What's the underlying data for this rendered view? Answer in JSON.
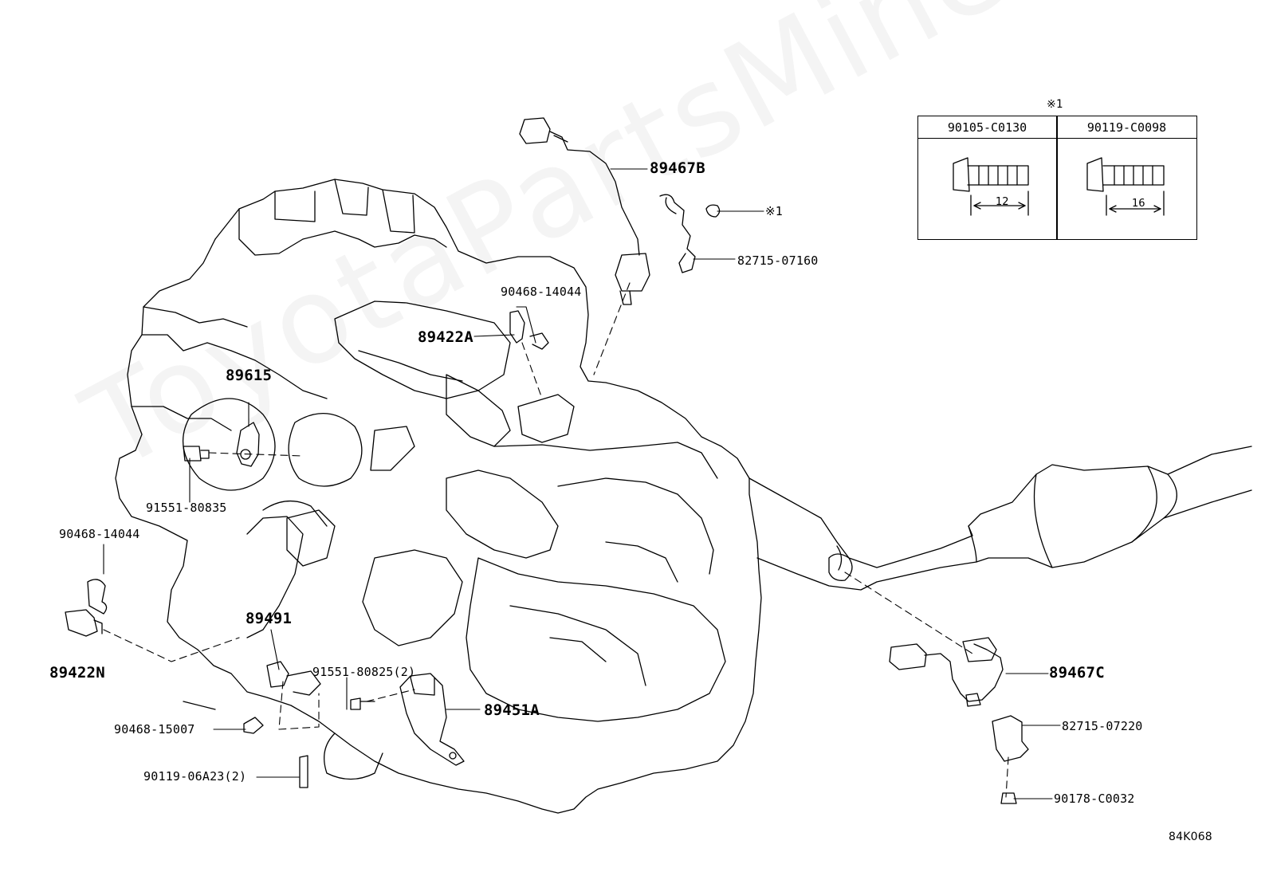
{
  "watermark": "ToyotaPartsMine.ru",
  "diagram_code": "84K068",
  "spec_table": {
    "marker": "※1",
    "columns": [
      {
        "part_no": "90105-C0130",
        "dimension": "12"
      },
      {
        "part_no": "90119-C0098",
        "dimension": "16"
      }
    ]
  },
  "labels": {
    "p89467B": "89467B",
    "ref1": "※1",
    "p82715_07160": "82715-07160",
    "p90468_14044_top": "90468-14044",
    "p89422A": "89422A",
    "p89615": "89615",
    "p91551_80835": "91551-80835",
    "p90468_14044_left": "90468-14044",
    "p89422N": "89422N",
    "p89491": "89491",
    "p91551_80825": "91551-80825(2)",
    "p90468_15007": "90468-15007",
    "p90119_06A23": "90119-06A23(2)",
    "p89451A": "89451A",
    "p89467C": "89467C",
    "p82715_07220": "82715-07220",
    "p90178_C0032": "90178-C0032"
  }
}
